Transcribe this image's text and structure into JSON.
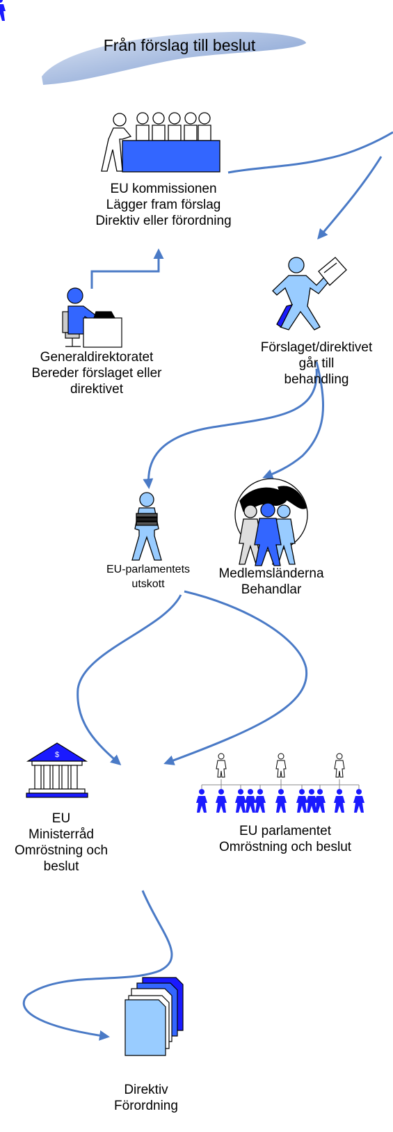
{
  "title": "Från förslag till beslut",
  "nodes": {
    "commission": {
      "lines": [
        "EU kommissionen",
        "Lägger fram förslag",
        "Direktiv eller förordning"
      ]
    },
    "directorate": {
      "lines": [
        "Generaldirektoratet",
        "Bereder förslaget eller",
        "direktivet"
      ]
    },
    "proposal": {
      "lines": [
        "Förslaget/direktivet",
        "går till",
        "behandling"
      ]
    },
    "committee": {
      "lines": [
        "EU-parlamentets",
        "utskott"
      ]
    },
    "member_states": {
      "lines": [
        "Medlemsländerna",
        "Behandlar"
      ]
    },
    "council": {
      "lines": [
        "EU",
        "Ministerråd",
        "Omröstning och",
        "beslut"
      ]
    },
    "parliament": {
      "lines": [
        "EU parlamentet",
        "Omröstning och beslut"
      ]
    },
    "result": {
      "lines": [
        "Direktiv",
        "Förordning"
      ]
    }
  },
  "colors": {
    "arrow": "#4a7ac6",
    "dark_blue": "#1a1aff",
    "mid_blue": "#3366ff",
    "light_blue": "#99ccff",
    "banner": "#9db4dc"
  },
  "icons": [
    "commission-people-icon",
    "office-worker-icon",
    "courier-icon",
    "book-carrier-icon",
    "globe-people-icon",
    "bank-building-icon",
    "org-chart-people-icon",
    "documents-stack-icon"
  ]
}
